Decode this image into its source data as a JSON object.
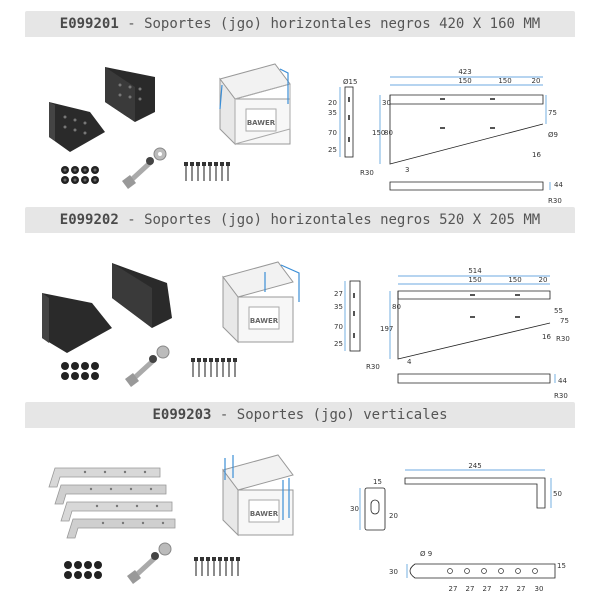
{
  "sections": [
    {
      "code": "E099201",
      "title": " - Soportes (jgo) horizontales negros 420 X 160 MM",
      "brand": "BAWER",
      "dims": {
        "total": "423",
        "a": "150",
        "b": "150",
        "c": "20",
        "d15": "Ø15",
        "d20": "20",
        "d35": "35",
        "d70": "70",
        "d25": "25",
        "r30": "R30",
        "h30": "30",
        "h150": "150",
        "h80": "80",
        "v75": "75",
        "d9": "Ø9",
        "d16": "16",
        "d3": "3",
        "d44": "44",
        "r30b": "R30"
      }
    },
    {
      "code": "E099202",
      "title": " - Soportes (jgo) horizontales negros 520 X 205 MM",
      "brand": "BAWER",
      "dims": {
        "total": "514",
        "a": "150",
        "b": "150",
        "c": "20",
        "d27": "27",
        "d35": "35",
        "d70": "70",
        "d25": "25",
        "r30": "R30",
        "h80": "80",
        "h197": "197",
        "d55": "55",
        "v75": "75",
        "d16": "16",
        "r30b": "R30",
        "d4": "4",
        "d44": "44",
        "r30c": "R30"
      }
    },
    {
      "code": "E099203",
      "title": " - Soportes (jgo) verticales",
      "brand": "BAWER",
      "dims": {
        "total": "245",
        "d15": "15",
        "d30": "30",
        "d20": "20",
        "d50": "50",
        "d9": "Ø 9",
        "d30b": "30",
        "d15b": "15",
        "spacing": [
          "27",
          "27",
          "27",
          "27",
          "27",
          "30"
        ]
      }
    }
  ]
}
